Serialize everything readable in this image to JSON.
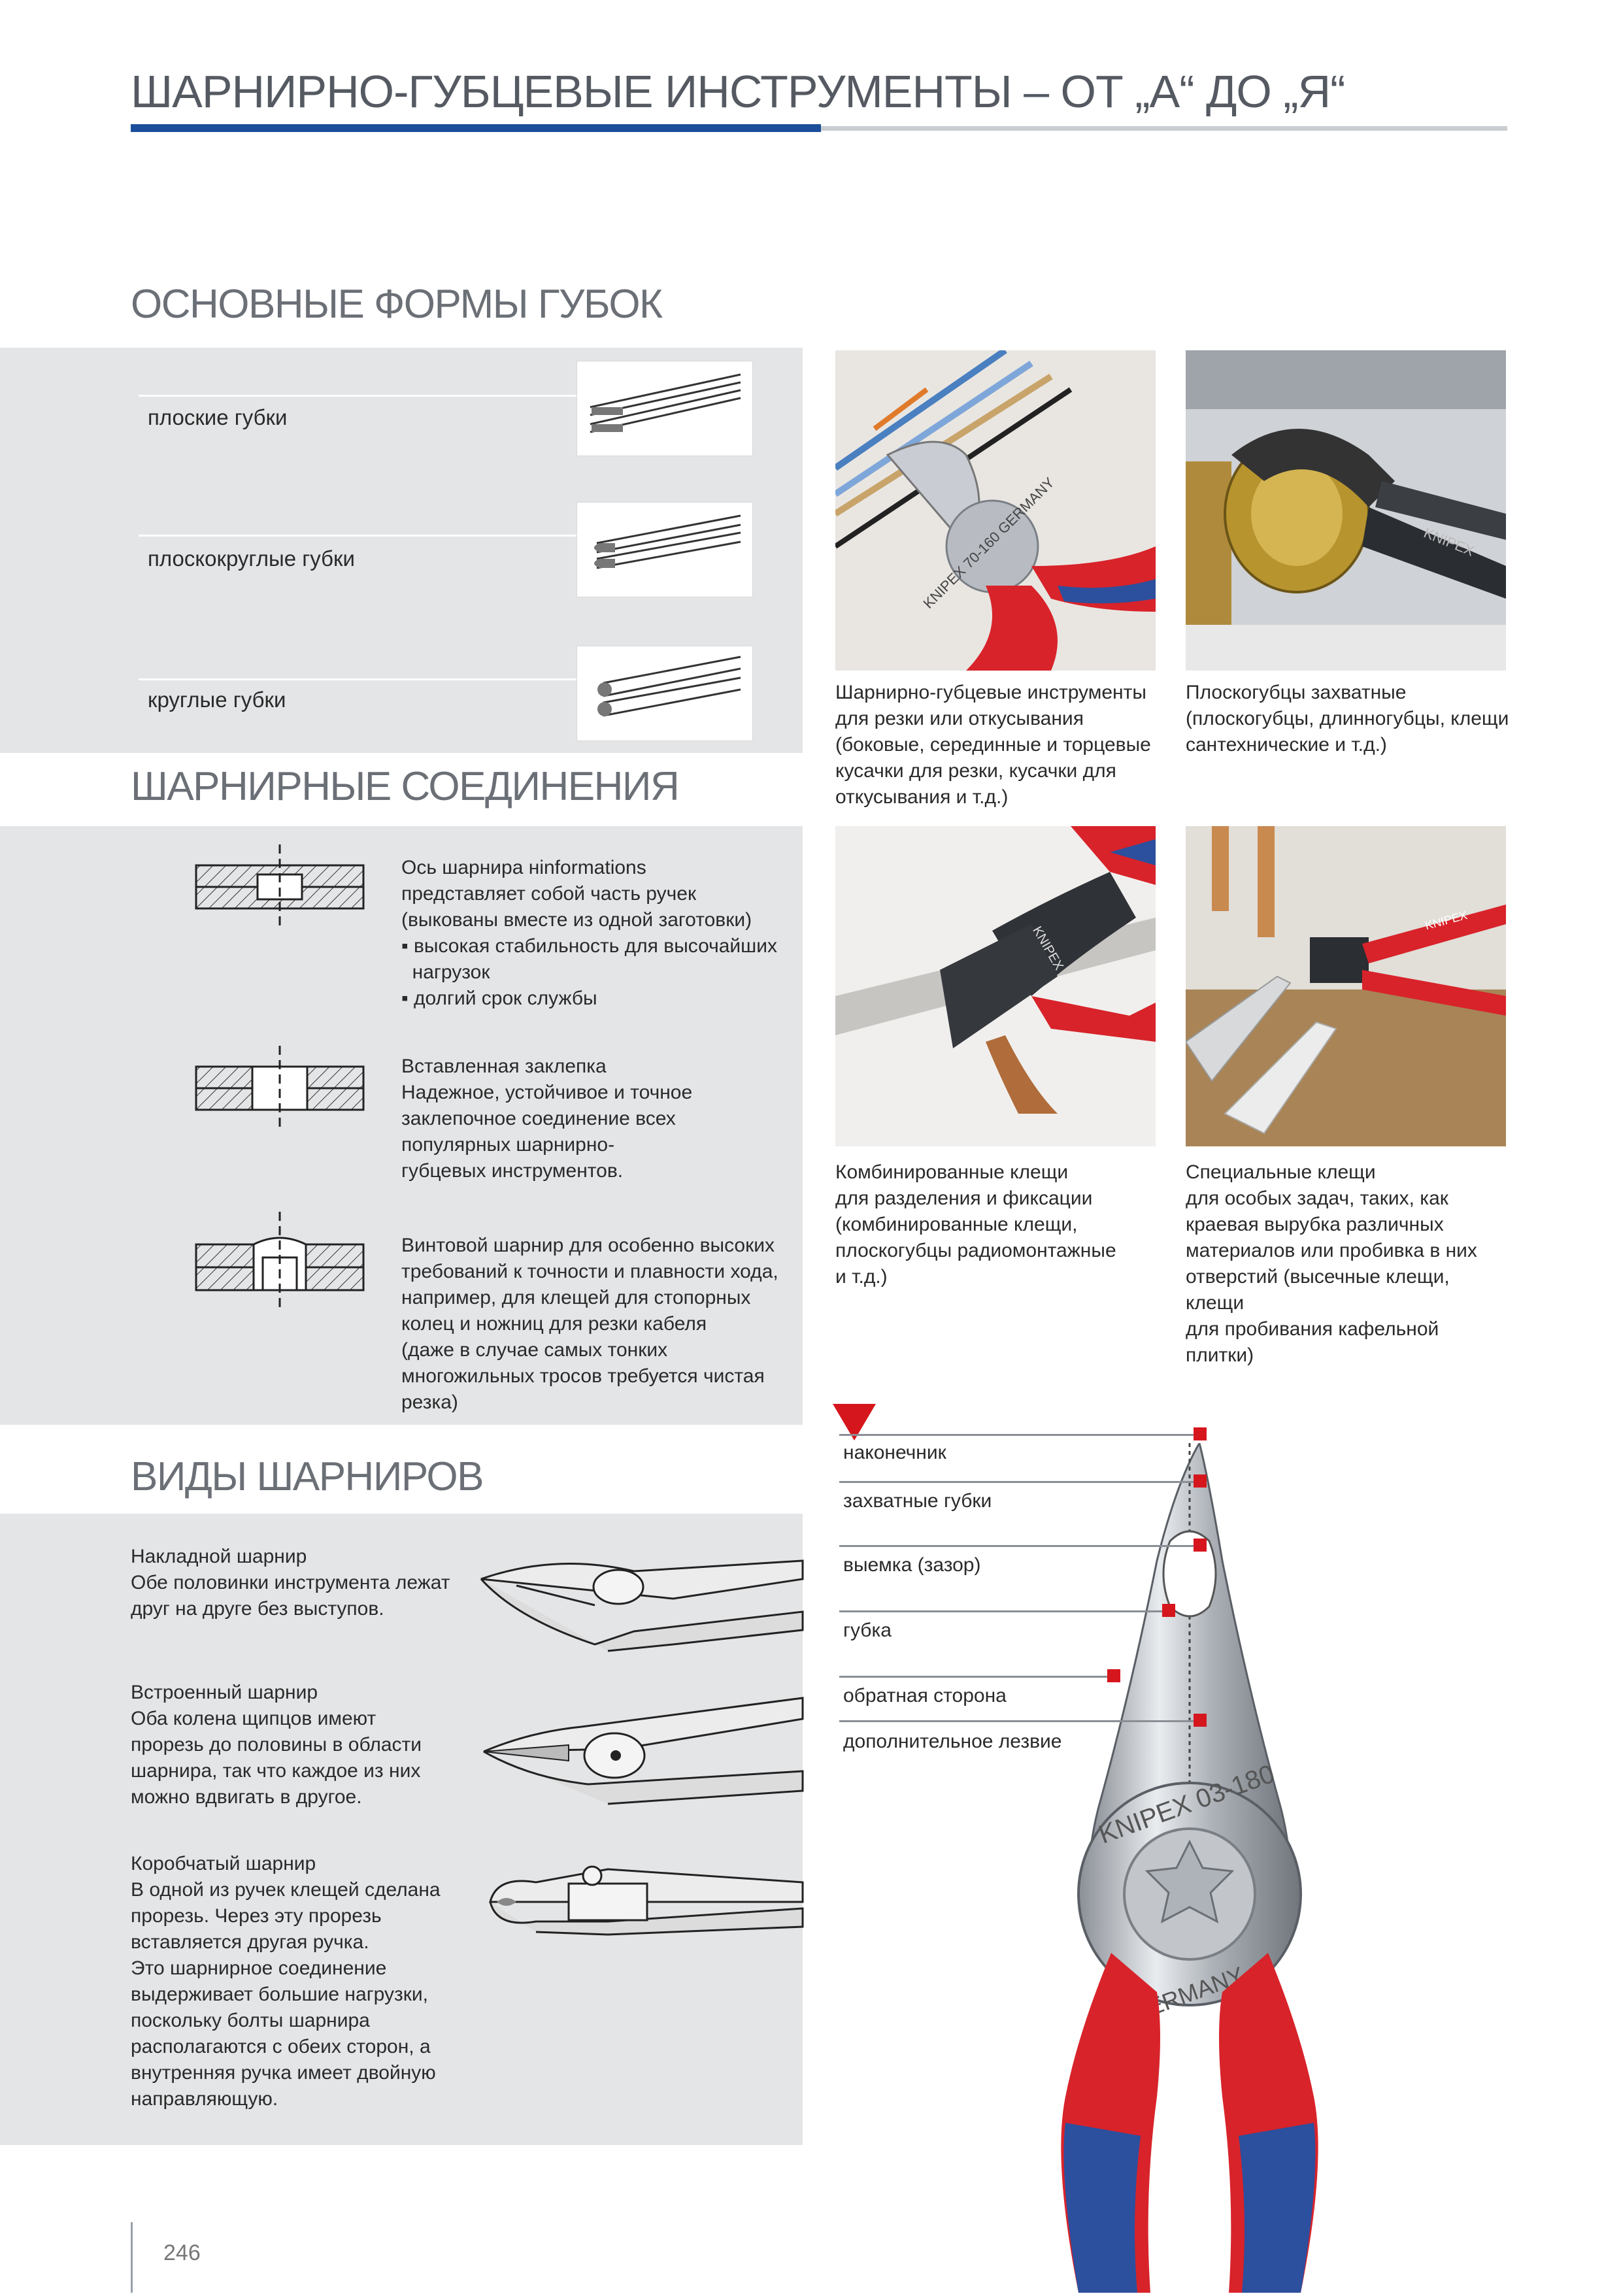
{
  "header": {
    "title": "ШАРНИРНО-ГУБЦЕВЫЕ ИНСТРУМЕНТЫ – ОТ „А“ ДО „Я“"
  },
  "jaw_forms": {
    "heading": "ОСНОВНЫЕ ФОРМЫ ГУБОК",
    "items": [
      {
        "label": "плоские губки",
        "icon": "flat-jaws-icon"
      },
      {
        "label": "плоскокруглые губки",
        "icon": "flat-round-jaws-icon"
      },
      {
        "label": "круглые губки",
        "icon": "round-jaws-icon"
      }
    ]
  },
  "joints": {
    "heading": "ШАРНИРНЫЕ СОЕДИНЕНИЯ",
    "items": [
      {
        "icon": "forged-rivet-icon",
        "lines": [
          "Ось шарнира нinformations",
          "представляет собой часть ручек",
          "(выкованы вместе из одной заготовки)",
          "▪ высокая стабильность для высочайших",
          "  нагрузок",
          "▪ долгий срок службы"
        ]
      },
      {
        "icon": "inserted-rivet-icon",
        "lines": [
          "Вставленная заклепка",
          "Надежное, устойчивое и точное",
          "заклепочное соединение всех",
          "популярных шарнирно-",
          "губцевых инструментов."
        ]
      },
      {
        "icon": "screw-joint-icon",
        "lines": [
          "Винтовой шарнир для особенно высоких",
          "требований к точности и плавности хода,",
          "например, для клещей для стопорных",
          "колец и ножниц для резки кабеля",
          "(даже в случае самых тонких",
          "многожильных тросов требуется чистая",
          "резка)"
        ]
      }
    ]
  },
  "joint_types": {
    "heading": "ВИДЫ ШАРНИРОВ",
    "items": [
      {
        "icon": "lap-joint-pliers-icon",
        "lines": [
          "Накладной шарнир",
          "Обе половинки инструмента лежат",
          "друг на друге без выступов."
        ]
      },
      {
        "icon": "inset-joint-pliers-icon",
        "lines": [
          "Встроенный шарнир",
          "Оба колена щипцов имеют",
          "прорезь до половины в области",
          "шарнира, так что каждое из них",
          "можно вдвигать в другое."
        ]
      },
      {
        "icon": "box-joint-pliers-icon",
        "lines": [
          "Коробчатый шарнир",
          "В одной из ручек клещей сделана",
          "прорезь. Через эту прорезь",
          "вставляется другая ручка.",
          "Это шарнирное соединение",
          "выдерживает большие нагрузки,",
          "поскольку болты шарнира",
          "располагаются с обеих сторон, а",
          "внутренняя ручка имеет двойную",
          "направляющую."
        ]
      }
    ]
  },
  "photos": [
    {
      "photo": "cutting-pliers-photo",
      "engraving": "KNIPEX 70-160 GERMANY",
      "lines": [
        "Шарнирно-губцевые инструменты",
        "для резки или откусывания",
        "(боковые, серединные и торцевые",
        "кусачки для резки, кусачки для",
        "откусывания и т.д.)"
      ]
    },
    {
      "photo": "gripping-pliers-photo",
      "engraving": "KNIPEX",
      "lines": [
        "Плоскогубцы захватные",
        "(плоскогубцы, длинногубцы, клещи",
        "сантехнические и т.д.)"
      ]
    },
    {
      "photo": "combination-pliers-photo",
      "engraving": "KNIPEX",
      "lines": [
        "Комбинированные клещи",
        "для разделения и фиксации",
        "(комбинированные клещи,",
        "плоскогубцы радиомонтажные",
        "и т.д.)"
      ]
    },
    {
      "photo": "special-pliers-photo",
      "engraving": "KNIPEX",
      "lines": [
        "Специальные клещи",
        "для особых задач, таких, как",
        "краевая вырубка различных",
        "материалов или пробивка в них",
        "отверстий (высечные клещи, клещи",
        "для пробивания кафельной",
        "плитки)"
      ]
    }
  ],
  "anatomy": {
    "labels": [
      "наконечник",
      "захватные губки",
      "выемка (зазор)",
      "губка",
      "обратная сторона",
      "дополнительное лезвие"
    ],
    "engraving_top": "KNIPEX 03-180",
    "engraving_bottom": "GERMANY",
    "marker_color": "#d6161d",
    "handle_red": "#d8232a",
    "handle_blue": "#2c4f9e"
  },
  "footer": {
    "page_number": "246"
  }
}
